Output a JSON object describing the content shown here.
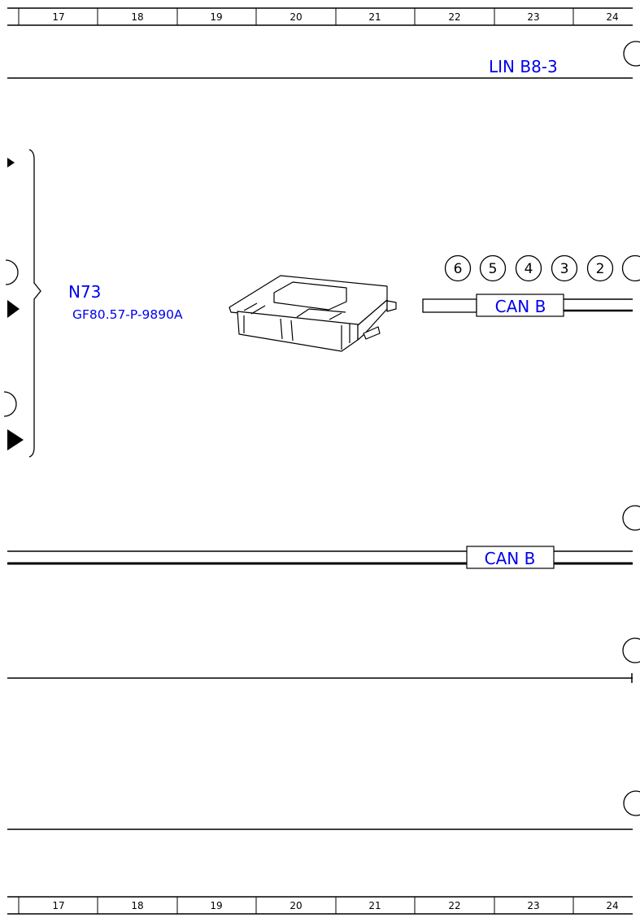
{
  "grid": {
    "columns": [
      "17",
      "18",
      "19",
      "20",
      "21",
      "22",
      "23",
      "24"
    ]
  },
  "labels": {
    "lin_bus": "LIN B8-3",
    "component_id": "N73",
    "component_part_number": "GF80.57-P-9890A",
    "can_bus_upper": "CAN B",
    "can_bus_lower": "CAN B"
  },
  "connector": {
    "pins": [
      "6",
      "5",
      "4",
      "3",
      "2"
    ]
  },
  "colors": {
    "label_blue": "#0000ee",
    "line": "#000000"
  }
}
